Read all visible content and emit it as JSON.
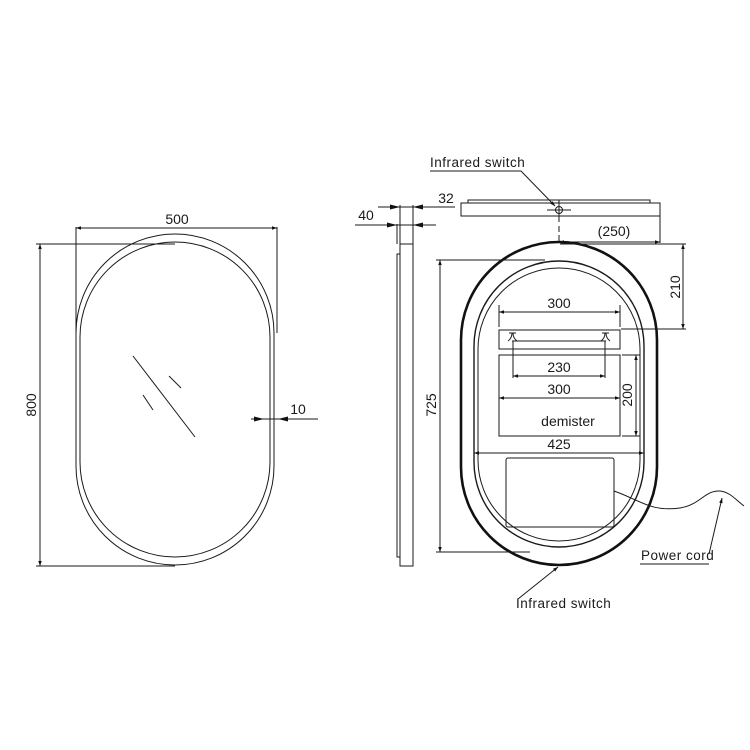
{
  "front_view": {
    "width_label": "500",
    "height_label": "800",
    "frame_thickness_label": "10"
  },
  "side_view": {
    "depth_outer_label": "40",
    "depth_inner_label": "32"
  },
  "back_view": {
    "infrared_switch_top_label": "Infrared switch",
    "switch_offset_label": "(250)",
    "top_offset_label": "210",
    "bracket_width_label": "300",
    "bracket_hole_spacing_label": "230",
    "demister_width_label": "300",
    "demister_height_label": "200",
    "demister_label": "demister",
    "mount_width_label": "425",
    "back_height_label": "725",
    "power_cord_label": "Power cord",
    "infrared_switch_bottom_label": "Infrared switch"
  },
  "colors": {
    "line": "#1a1a1a",
    "background": "#ffffff"
  }
}
